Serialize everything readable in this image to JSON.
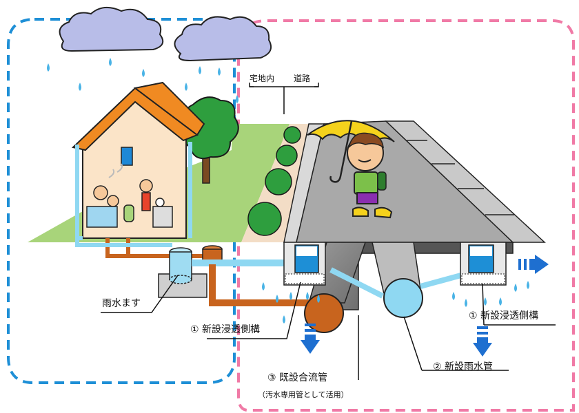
{
  "labels": {
    "takuchinai": "宅地内",
    "doro": "道路",
    "usui_masu": "雨水ます",
    "sokko_left": "① 新設浸透側構",
    "sokko_right": "① 新設浸透側構",
    "usuikan": "② 新設雨水管",
    "goryukan": "③ 既設合流管",
    "goryukan_note": "（汚水専用管として活用）"
  },
  "colors": {
    "blue_border": "#1e8fd6",
    "pink_border": "#f07aa6",
    "cloud": "#b8bde8",
    "rain": "#49b3e6",
    "road": "#a9a9a9",
    "grass": "#a8d47a",
    "house_wall": "#fbe4c8",
    "roof": "#f08a22",
    "tree": "#2e9e3e",
    "combined_pipe": "#c8641e",
    "storm_pipe": "#8fd8f2",
    "arrow": "#1e6fd0"
  },
  "icons": [
    "cloud-icon",
    "raindrop-icon",
    "house-icon",
    "tree-icon",
    "umbrella-icon",
    "child-icon",
    "arrow-down-icon",
    "arrow-right-icon"
  ]
}
